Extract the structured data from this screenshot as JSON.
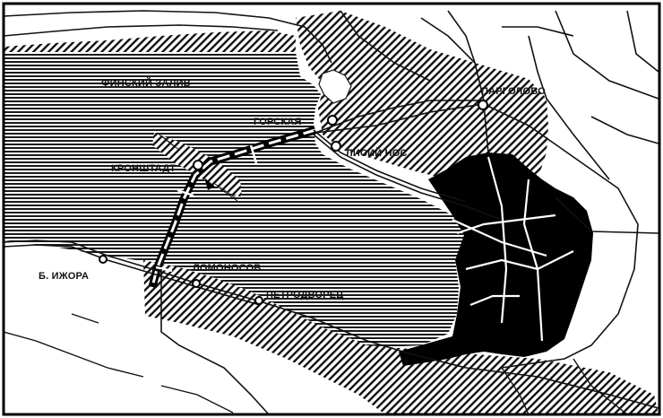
{
  "map": {
    "colors": {
      "water_hatch": "#1a1a1a",
      "land": "#ffffff",
      "city": "#000000",
      "lines": "#111111"
    },
    "labels": {
      "gulf": "ФИНСКИЙ ЗАЛИВ",
      "gorskaya": "ГОРСКАЯ",
      "lisiy_nos": "ЛИСИЙ НОС",
      "pargolovo": "ПАРГОЛОВО",
      "kronshtadt": "КРОНШТАДТ",
      "b_izhora": "Б. ИЖОРА",
      "lomonosov": "ЛОМОНОСОВ",
      "petrodvorets": "ПЕТРОДВОРЕЦ"
    }
  }
}
